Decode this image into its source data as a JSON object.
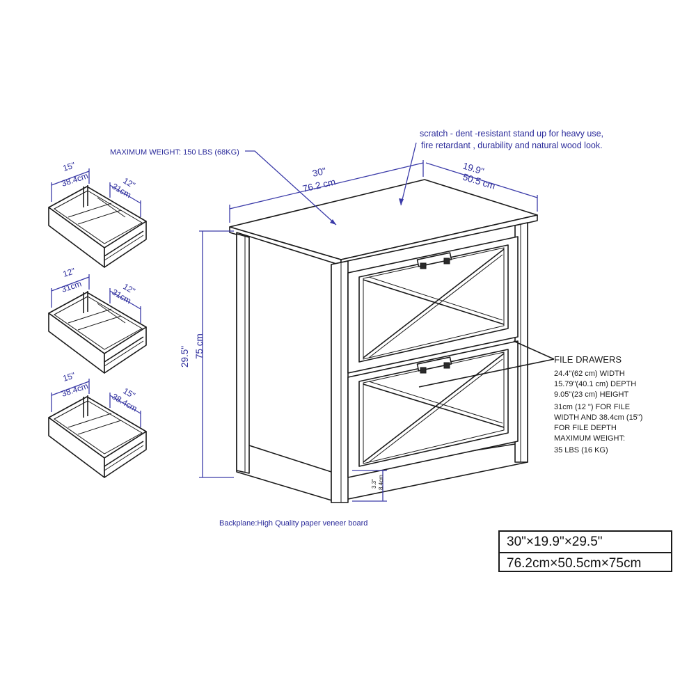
{
  "annotations": {
    "max_weight": "MAXIMUM WEIGHT: 150 LBS (68KG)",
    "surface_line1": "scratch - dent -resistant stand up for heavy use,",
    "surface_line2": "fire retardant , durability and natural wood look.",
    "backplane": "Backplane:High Quality paper veneer board"
  },
  "dimensions": {
    "width_in": "30\"",
    "width_cm": "76.2  cm",
    "depth_in": "19.9\"",
    "depth_cm": "50.5  cm",
    "height_in": "29.5\"",
    "height_cm": "75  cm",
    "leg_in": "3.3\"",
    "leg_cm": "8.4cm"
  },
  "file_drawers": {
    "title": "FILE DRAWERS",
    "lines": [
      "24.4\"(62 cm) WIDTH",
      "15.79\"(40.1 cm) DEPTH",
      "9.05\"(23 cm) HEIGHT",
      "31cm (12 \") FOR FILE",
      "WIDTH AND 38.4cm (15\")",
      "FOR FILE DEPTH",
      "MAXIMUM WEIGHT:",
      "35 LBS (16 KG)"
    ]
  },
  "drawer_configs": [
    {
      "w_in": "15\"",
      "w_cm": "38.4cm",
      "d_in": "12\"",
      "d_cm": "31cm"
    },
    {
      "w_in": "12\"",
      "w_cm": "31cm",
      "d_in": "12\"",
      "d_cm": "31cm"
    },
    {
      "w_in": "15\"",
      "w_cm": "38.4cm",
      "d_in": "15\"",
      "d_cm": "38.4cm"
    }
  ],
  "overall": {
    "inches": "30\"×19.9\"×29.5\"",
    "cm": "76.2cm×50.5cm×75cm"
  }
}
